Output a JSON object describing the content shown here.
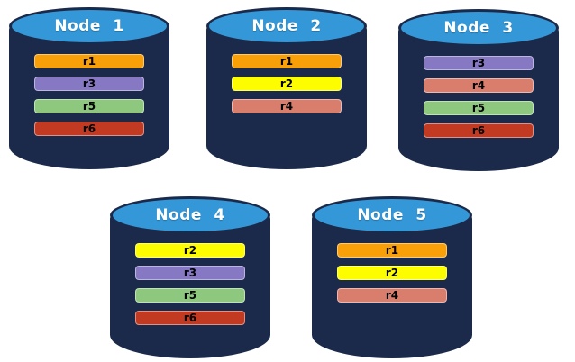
{
  "diagram_title": "",
  "colors": {
    "cylinder_body": "#1B2A4A",
    "cylinder_top": "#3498D8",
    "title_text": "#FFFFFF",
    "bar_text": "#000000",
    "background": "#FFFFFF",
    "partitions": {
      "r1": "#F9A008",
      "r2": "#FDFD00",
      "r3": "#8678C2",
      "r4": "#D97E6D",
      "r5": "#8EC87E",
      "r6": "#C23A22"
    }
  },
  "nodes": [
    {
      "title": "Node 1",
      "partitions": [
        "r1",
        "r3",
        "r5",
        "r6"
      ]
    },
    {
      "title": "Node 2",
      "partitions": [
        "r1",
        "r2",
        "r4"
      ]
    },
    {
      "title": "Node 3",
      "partitions": [
        "r3",
        "r4",
        "r5",
        "r6"
      ]
    },
    {
      "title": "Node 4",
      "partitions": [
        "r2",
        "r3",
        "r5",
        "r6"
      ]
    },
    {
      "title": "Node 5",
      "partitions": [
        "r1",
        "r2",
        "r4"
      ]
    }
  ]
}
